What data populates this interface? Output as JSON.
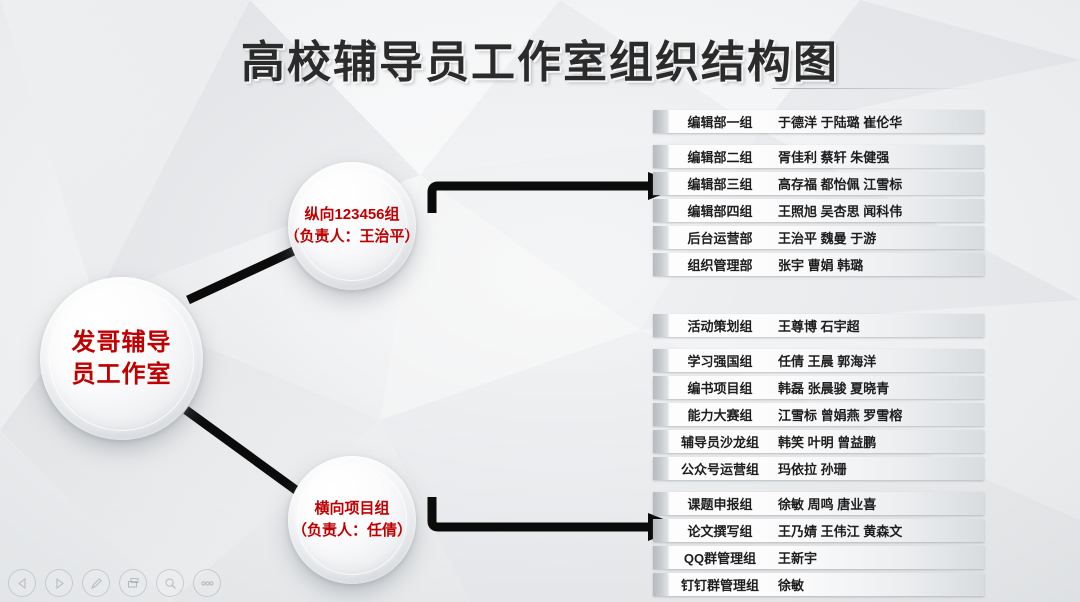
{
  "slide": {
    "title": "高校辅导员工作室组织结构图",
    "accent_color": "#c00000",
    "title_color": "#2b2b2b",
    "background_color": "#eef0f1"
  },
  "nodes": {
    "root": {
      "line1": "发哥辅导",
      "line2": "员工作室"
    },
    "vertical": {
      "line1": "纵向123456组",
      "line2": "（负责人：王治平）"
    },
    "horizontal": {
      "line1": "横向项目组",
      "line2": "（负责人：任倩）"
    }
  },
  "tables": {
    "top": {
      "rows": [
        {
          "group": "编辑部一组",
          "members": "于德洋 于陆璐 崔伦华"
        },
        {
          "group": "编辑部二组",
          "members": "胥佳利 蔡轩 朱健强"
        },
        {
          "group": "编辑部三组",
          "members": "高存福 都怡佩 江雪标"
        },
        {
          "group": "编辑部四组",
          "members": "王照旭 吴杏思 闻科伟"
        },
        {
          "group": "后台运营部",
          "members": "王治平 魏曼 于游"
        },
        {
          "group": "组织管理部",
          "members": "张宇 曹娟 韩璐"
        }
      ]
    },
    "bottom": {
      "rows": [
        {
          "group": "活动策划组",
          "members": "王尊博 石宇超"
        },
        {
          "group": "学习强国组",
          "members": "任倩 王晨 郭海洋"
        },
        {
          "group": "编书项目组",
          "members": "韩磊 张晨骏 夏晓青"
        },
        {
          "group": "能力大赛组",
          "members": "江雪标 曾娟燕 罗雪榕"
        },
        {
          "group": "辅导员沙龙组",
          "members": "韩笑 叶明 曾益鹏"
        },
        {
          "group": "公众号运营组",
          "members": "玛依拉 孙珊"
        },
        {
          "group": "课题申报组",
          "members": "徐敏 周鸣 唐业喜"
        },
        {
          "group": "论文撰写组",
          "members": "王乃婧 王伟江 黄森文"
        },
        {
          "group": "QQ群管理组",
          "members": "王新宇"
        },
        {
          "group": "钉钉群管理组",
          "members": "徐敏"
        }
      ]
    }
  },
  "toolbar": {
    "buttons": [
      {
        "icon": "previous-icon"
      },
      {
        "icon": "next-icon"
      },
      {
        "icon": "pen-icon"
      },
      {
        "icon": "print-icon"
      },
      {
        "icon": "search-icon"
      },
      {
        "icon": "more-icon"
      }
    ]
  }
}
